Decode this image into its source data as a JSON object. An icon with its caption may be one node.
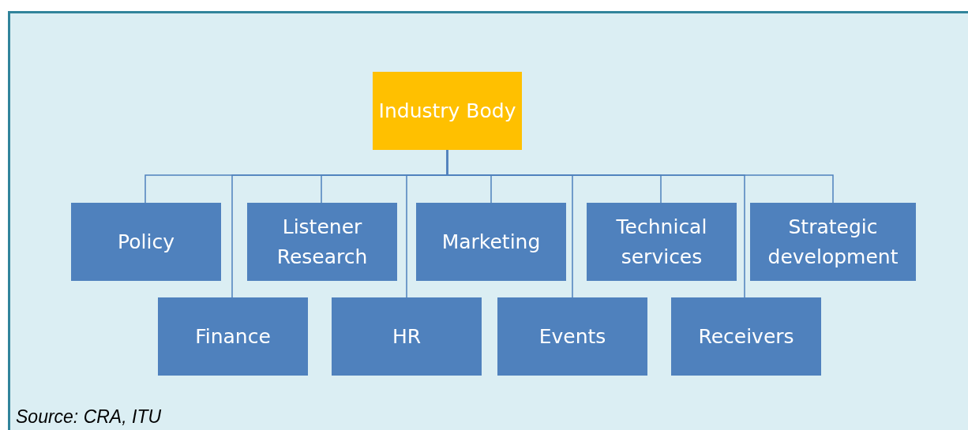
{
  "diagram": {
    "nodes": [
      {
        "text": [
          "Industry Body"
        ]
      },
      {
        "text": [
          "Policy"
        ]
      },
      {
        "text": [
          "Listener Research"
        ]
      },
      {
        "text": [
          "Marketing"
        ]
      },
      {
        "text": [
          "Technical services"
        ]
      },
      {
        "text": [
          "Strategic development"
        ]
      },
      {
        "text": [
          "Finance"
        ]
      },
      {
        "text": [
          "HR"
        ]
      },
      {
        "text": [
          "Events"
        ]
      },
      {
        "text": [
          "Receivers"
        ]
      }
    ],
    "edges": [
      {
        "from": 0,
        "to": 1,
        "arrow": "none"
      },
      {
        "from": 0,
        "to": 6,
        "arrow": "none"
      },
      {
        "from": 0,
        "to": 2,
        "arrow": "none"
      },
      {
        "from": 0,
        "to": 7,
        "arrow": "none"
      },
      {
        "from": 0,
        "to": 3,
        "arrow": "none"
      },
      {
        "from": 0,
        "to": 8,
        "arrow": "none"
      },
      {
        "from": 0,
        "to": 4,
        "arrow": "none"
      },
      {
        "from": 0,
        "to": 9,
        "arrow": "none"
      },
      {
        "from": 0,
        "to": 5,
        "arrow": "none"
      }
    ],
    "labels": [
      "Source: CRA, ITU"
    ]
  }
}
